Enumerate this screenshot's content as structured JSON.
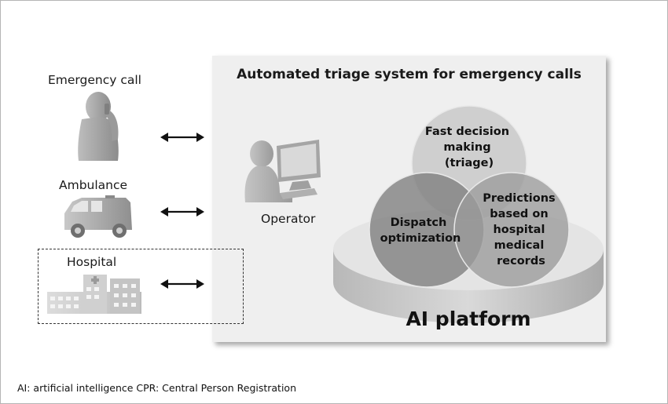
{
  "left_labels": {
    "emergency_call": "Emergency call",
    "ambulance": "Ambulance",
    "hospital": "Hospital"
  },
  "panel": {
    "title": "Automated triage system for emergency calls",
    "operator": "Operator",
    "platform": "AI platform"
  },
  "circles": {
    "top": [
      "Fast decision",
      "making",
      "(triage)"
    ],
    "left": [
      "Dispatch",
      "optimization"
    ],
    "right": [
      "Predictions",
      "based on",
      "hospital",
      "medical",
      "records"
    ]
  },
  "footnote": "AI: artificial intelligence   CPR: Central Person Registration",
  "icons": {
    "caller": "person-phone-icon",
    "ambulance": "ambulance-icon",
    "hospital": "hospital-icon",
    "operator": "operator-computer-icon",
    "arrows": "double-arrow-icon"
  }
}
